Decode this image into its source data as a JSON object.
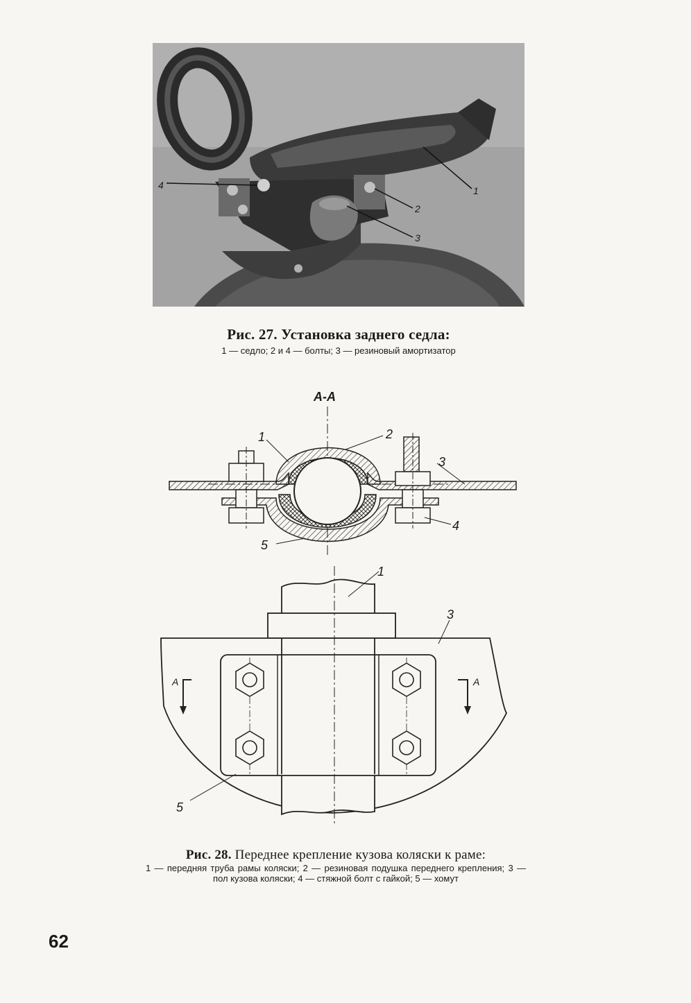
{
  "figure27": {
    "labels": [
      "1",
      "2",
      "3",
      "4"
    ],
    "caption_title": "Рис. 27. Установка заднего седла:",
    "caption_legend": "1 — седло; 2 и 4 — болты; 3 — резиновый амортизатор"
  },
  "figure28": {
    "section_label": "А-А",
    "section_arrow_label": "А",
    "section_labels": [
      "1",
      "2",
      "3",
      "4",
      "5"
    ],
    "plan_labels": [
      "1",
      "3",
      "5"
    ],
    "caption_title_prefix": "Рис. 28.",
    "caption_title_text": " Переднее крепление кузова коляски к раме:",
    "caption_legend": "1 — передняя труба рамы коляски; 2 — резиновая подушка переднего крепления; 3 — пол кузова коляски; 4 — стяжной болт с гайкой; 5 — хомут"
  },
  "page_number": "62"
}
